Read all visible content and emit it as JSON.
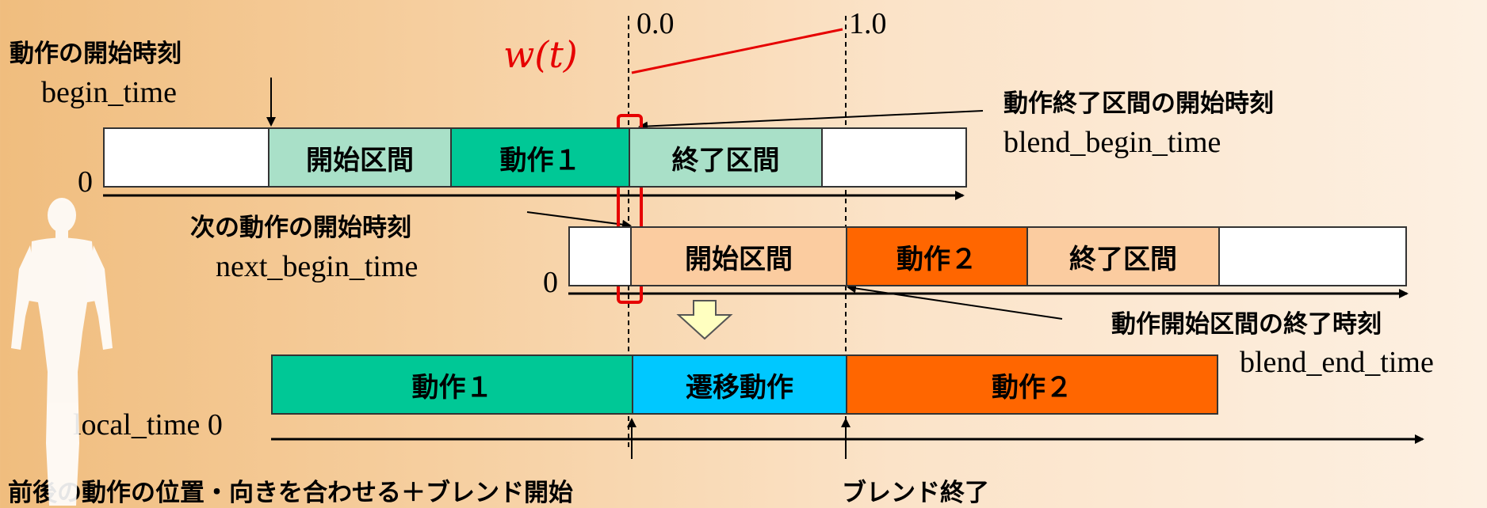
{
  "labels": {
    "begin_time_jp": "動作の開始時刻",
    "begin_time": "begin_time",
    "wt": "w(t)",
    "w00": "0.0",
    "w10": "1.0",
    "blend_begin_jp": "動作終了区間の開始時刻",
    "blend_begin": "blend_begin_time",
    "next_begin_jp": "次の動作の開始時刻",
    "next_begin": "next_begin_time",
    "blend_end_jp": "動作開始区間の終了時刻",
    "blend_end": "blend_end_time",
    "zero1": "0",
    "zero2": "0",
    "local_time": "local_time 0",
    "bottom_left": "前後の動作の位置・向きを合わせる＋ブレンド開始",
    "bottom_right": "ブレンド終了"
  },
  "row1": {
    "s1": "開始区間",
    "s2": "動作１",
    "s3": "終了区間"
  },
  "row2": {
    "s1": "開始区間",
    "s2": "動作２",
    "s3": "終了区間"
  },
  "row3": {
    "s1": "動作１",
    "s2": "遷移動作",
    "s3": "動作２"
  },
  "colors": {
    "light_green": "#a9e0c8",
    "green": "#00c896",
    "light_orange": "#fbcca0",
    "orange": "#ff6600",
    "cyan": "#00c8ff",
    "red": "#e60000"
  }
}
